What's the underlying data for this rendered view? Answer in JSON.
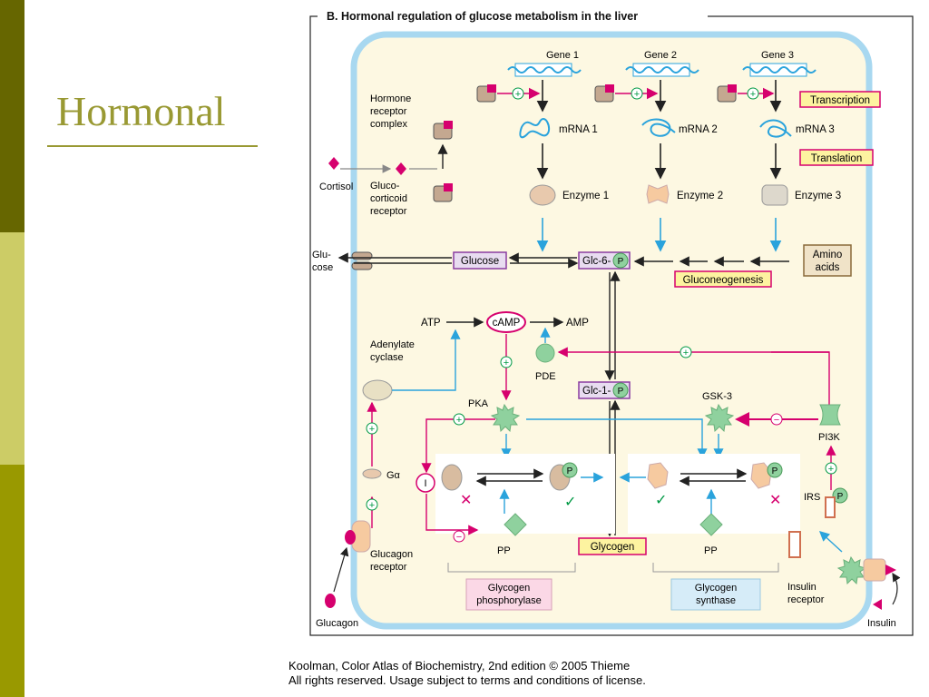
{
  "slide": {
    "title": "Hormonal"
  },
  "figure": {
    "title": "B. Hormonal regulation of glucose metabolism in the liver",
    "genes": [
      "Gene 1",
      "Gene 2",
      "Gene 3"
    ],
    "mrna": [
      "mRNA 1",
      "mRNA 2",
      "mRNA 3"
    ],
    "enzymes": [
      "Enzyme 1",
      "Enzyme 2",
      "Enzyme 3"
    ],
    "transcription": "Transcription",
    "translation": "Translation",
    "hormone_receptor_complex": [
      "Hormone",
      "receptor",
      "complex"
    ],
    "cortisol": "Cortisol",
    "glucocorticoid_receptor": [
      "Gluco-",
      "corticoid",
      "receptor"
    ],
    "glucose_outside": [
      "Glu-",
      "cose"
    ],
    "glucose": "Glucose",
    "glc6p": "Glc-6-",
    "glc1p": "Glc-1-",
    "p": "P",
    "amino_acids": [
      "Amino",
      "acids"
    ],
    "gluconeogenesis": "Gluconeogenesis",
    "atp": "ATP",
    "camp": "cAMP",
    "amp": "AMP",
    "pde": "PDE",
    "adenylate_cyclase": [
      "Adenylate",
      "cyclase"
    ],
    "pka": "PKA",
    "gsk3": "GSK-3",
    "pi3k": "PI3K",
    "galpha": "Gα",
    "inhibitor": "I",
    "irs": "IRS",
    "pp": "PP",
    "glycogen": "Glycogen",
    "glucagon_receptor": [
      "Glucagon",
      "receptor"
    ],
    "glucagon": "Glucagon",
    "glycogen_phosphorylase": [
      "Glycogen",
      "phosphorylase"
    ],
    "glycogen_synthase": [
      "Glycogen",
      "synthase"
    ],
    "insulin_receptor": [
      "Insulin",
      "receptor"
    ],
    "insulin": "Insulin",
    "colors": {
      "magenta": "#d6006e",
      "green": "#009944",
      "blue": "#2aa3dc",
      "cell_fill": "#fdf8e2",
      "membrane": "#a8d8f0",
      "enzyme": "#c4a890",
      "pgroup": "#8fd19e"
    }
  },
  "caption": {
    "line1": "Koolman, Color Atlas of Biochemistry, 2nd edition © 2005 Thieme",
    "line2": "All rights reserved. Usage subject to terms and conditions of license."
  }
}
